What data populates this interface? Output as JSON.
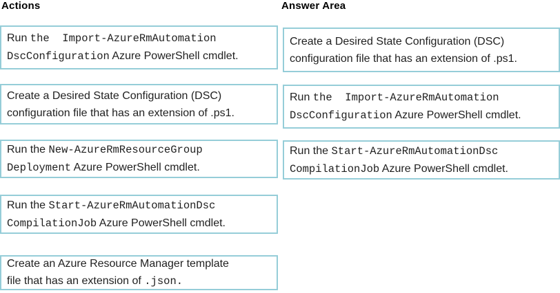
{
  "styles": {
    "card_border_color": "#95cdd8",
    "text_color": "#1f1f1f",
    "title_color": "#000000",
    "card_background": "#ffffff"
  },
  "actions_column": {
    "title": "Actions",
    "items": [
      {
        "lines": [
          [
            {
              "t": "Run ",
              "mono": false
            },
            {
              "t": "the  Import-AzureRmAutomation",
              "mono": true
            }
          ],
          [
            {
              "t": "DscConfiguration",
              "mono": true
            },
            {
              "t": " Azure PowerShell cmdlet.",
              "mono": false
            }
          ]
        ]
      },
      {
        "lines": [
          [
            {
              "t": "Create a Desired State Configuration (DSC)",
              "mono": false
            }
          ],
          [
            {
              "t": "configuration file that has an extension of .ps1.",
              "mono": false
            }
          ]
        ]
      },
      {
        "lines": [
          [
            {
              "t": "Run the ",
              "mono": false
            },
            {
              "t": "New-AzureRmResourceGroup",
              "mono": true
            }
          ],
          [
            {
              "t": "Deployment",
              "mono": true
            },
            {
              "t": " Azure PowerShell cmdlet.",
              "mono": false
            }
          ]
        ]
      },
      {
        "lines": [
          [
            {
              "t": "Run the ",
              "mono": false
            },
            {
              "t": "Start-AzureRmAutomationDsc",
              "mono": true
            }
          ],
          [
            {
              "t": "CompilationJob",
              "mono": true
            },
            {
              "t": " Azure PowerShell cmdlet.",
              "mono": false
            }
          ]
        ]
      },
      {
        "lines": [
          [
            {
              "t": "Create an Azure Resource Manager template",
              "mono": false
            }
          ],
          [
            {
              "t": "file that has an extension of ",
              "mono": false
            },
            {
              "t": ".json.",
              "mono": true
            }
          ]
        ]
      }
    ]
  },
  "answer_column": {
    "title": "Answer Area",
    "items": [
      {
        "lines": [
          [
            {
              "t": "Create a Desired State Configuration (DSC)",
              "mono": false
            }
          ],
          [
            {
              "t": "configuration file that has an extension of .ps1.",
              "mono": false
            }
          ]
        ]
      },
      {
        "lines": [
          [
            {
              "t": "Run ",
              "mono": false
            },
            {
              "t": "the  Import-AzureRmAutomation",
              "mono": true
            }
          ],
          [
            {
              "t": "DscConfiguration",
              "mono": true
            },
            {
              "t": " Azure PowerShell cmdlet.",
              "mono": false
            }
          ]
        ]
      },
      {
        "lines": [
          [
            {
              "t": "Run the ",
              "mono": false
            },
            {
              "t": "Start-AzureRmAutomationDsc",
              "mono": true
            }
          ],
          [
            {
              "t": "CompilationJob",
              "mono": true
            },
            {
              "t": " Azure PowerShell cmdlet.",
              "mono": false
            }
          ]
        ]
      }
    ]
  }
}
